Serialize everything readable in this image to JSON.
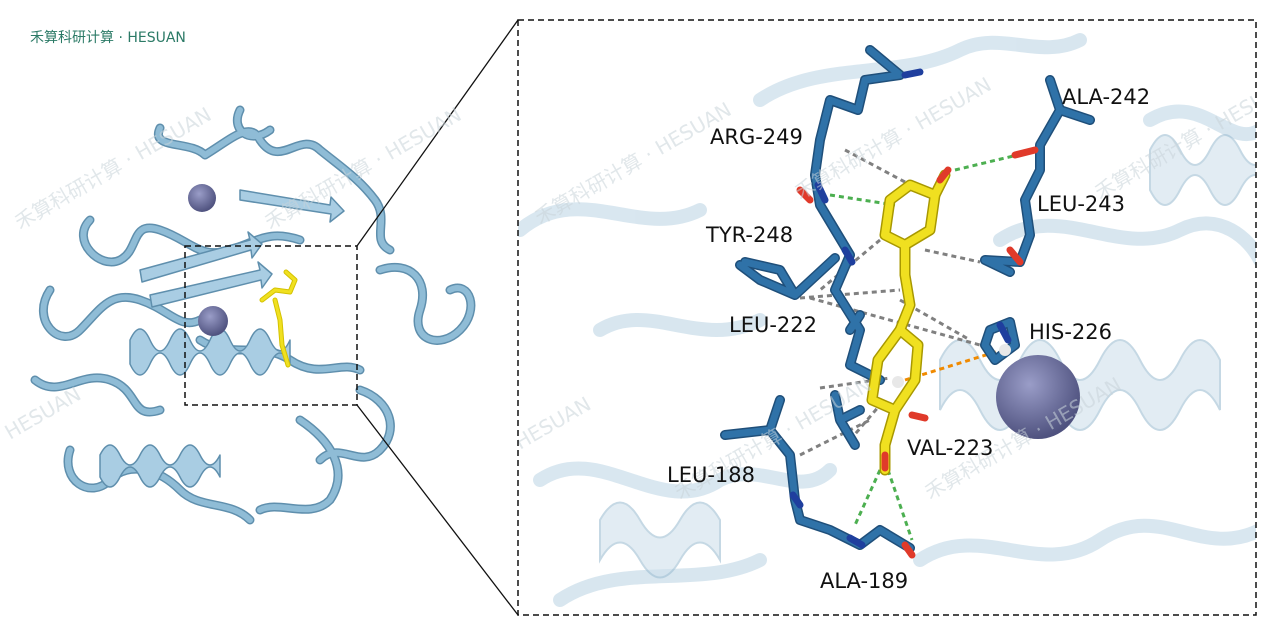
{
  "brand": {
    "text": "禾算科研计算 · HESUAN"
  },
  "watermark": {
    "full": "禾算科研计算 · HESUAN",
    "short": "HESUAN"
  },
  "residues": {
    "arg249": "ARG-249",
    "ala242": "ALA-242",
    "leu243": "LEU-243",
    "tyr248": "TYR-248",
    "leu222": "LEU-222",
    "his226": "HIS-226",
    "val223": "VAL-223",
    "leu188": "LEU-188",
    "ala189": "ALA-189"
  },
  "colors": {
    "protein": "#8fbcd6",
    "protein_dark": "#5f8fad",
    "residue": "#2f72a8",
    "ligand": "#f0e020",
    "metal": "#6f73a3",
    "hbond": "#4caf50",
    "hydrophobic": "#808080",
    "pi_cation": "#f08a00",
    "oxygen": "#e03a2a",
    "nitrogen": "#1f3f9e",
    "brand": "#2b7a66"
  }
}
